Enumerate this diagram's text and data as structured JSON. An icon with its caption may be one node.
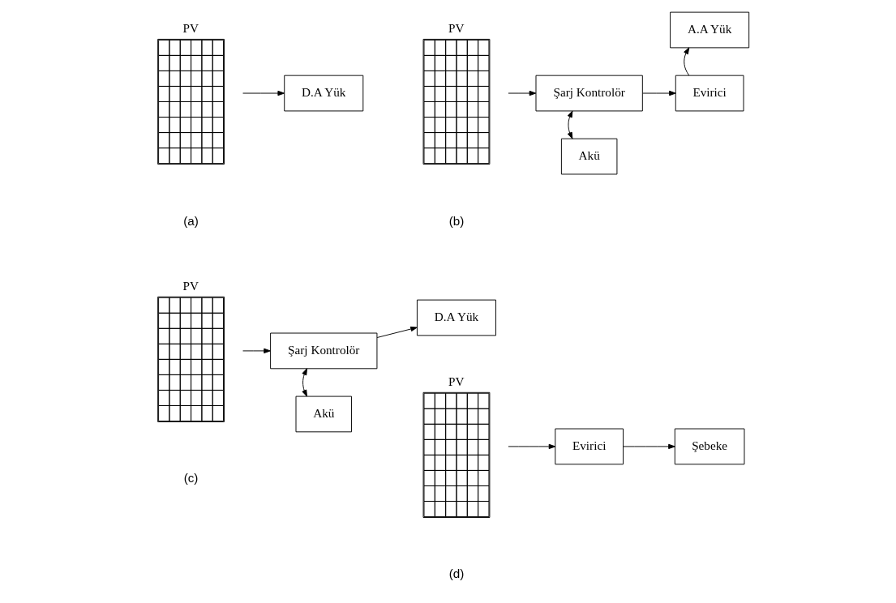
{
  "diagram": {
    "nodes": [
      {
        "text": [
          "PV"
        ]
      },
      {
        "text": [
          "D.A Yük"
        ]
      },
      {
        "text": [
          "PV"
        ]
      },
      {
        "text": [
          "Şarj Kontrolör"
        ]
      },
      {
        "text": [
          "Evirici"
        ]
      },
      {
        "text": [
          "A.A Yük"
        ]
      },
      {
        "text": [
          "Akü"
        ]
      },
      {
        "text": [
          "PV"
        ]
      },
      {
        "text": [
          "Şarj Kontrolör"
        ]
      },
      {
        "text": [
          "D.A Yük"
        ]
      },
      {
        "text": [
          "Akü"
        ]
      },
      {
        "text": [
          "PV"
        ]
      },
      {
        "text": [
          "Evirici"
        ]
      },
      {
        "text": [
          "Şebeke"
        ]
      }
    ],
    "edges": [
      {
        "from": 0,
        "to": 1,
        "arrow": "to"
      },
      {
        "from": 2,
        "to": 3,
        "arrow": "to"
      },
      {
        "from": 3,
        "to": 4,
        "arrow": "to"
      },
      {
        "from": 3,
        "to": 6,
        "arrow": "both"
      },
      {
        "from": 4,
        "to": 5,
        "arrow": "to"
      },
      {
        "from": 7,
        "to": 8,
        "arrow": "to"
      },
      {
        "from": 8,
        "to": 9,
        "arrow": "to"
      },
      {
        "from": 8,
        "to": 10,
        "arrow": "both"
      },
      {
        "from": 11,
        "to": 12,
        "arrow": "to"
      },
      {
        "from": 12,
        "to": 13,
        "arrow": "to"
      }
    ],
    "labels": [
      "(a)",
      "(b)",
      "(c)",
      "(d)"
    ]
  }
}
